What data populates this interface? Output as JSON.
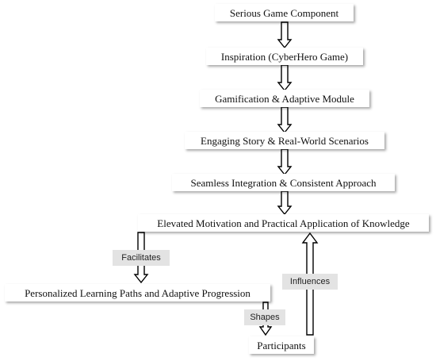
{
  "nodes": {
    "serious_game": "Serious Game Component",
    "inspiration": "Inspiration (CyberHero Game)",
    "gamification": "Gamification & Adaptive Module",
    "engaging_story": "Engaging Story & Real-World Scenarios",
    "seamless_integration": "Seamless Integration & Consistent Approach",
    "elevated_motivation": "Elevated Motivation and Practical Application of Knowledge",
    "personalized_learning": "Personalized Learning Paths and Adaptive Progression",
    "participants": "Participants"
  },
  "edge_labels": {
    "facilitates": "Facilitates",
    "shapes": "Shapes",
    "influences": "Influences"
  }
}
